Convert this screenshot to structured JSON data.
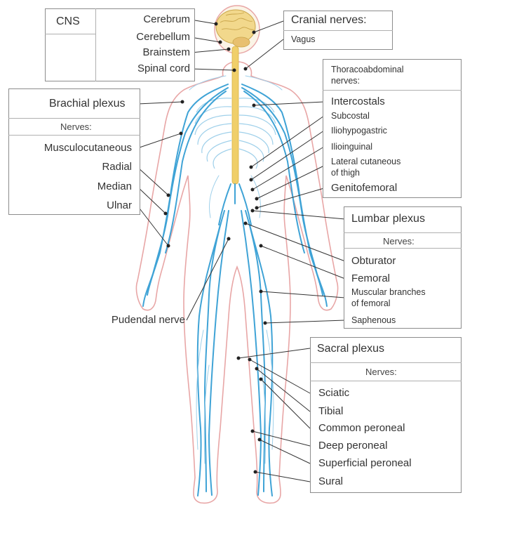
{
  "boxes": {
    "cns": {
      "title": "CNS",
      "items": [
        "Cerebrum",
        "Cerebellum",
        "Brainstem",
        "Spinal cord"
      ]
    },
    "cranial": {
      "title": "Cranial nerves:",
      "items": [
        "Vagus"
      ]
    },
    "brachial": {
      "title": "Brachial plexus",
      "subtitle": "Nerves:",
      "items": [
        "Musculocutaneous",
        "Radial",
        "Median",
        "Ulnar"
      ]
    },
    "thoraco": {
      "title_line1": "Thoracoabdominal",
      "title_line2": "nerves:",
      "items": [
        "Intercostals",
        "Subcostal",
        "Iliohypogastric",
        "Ilioinguinal"
      ],
      "lateral_line1": "Lateral cutaneous",
      "lateral_line2": "of thigh",
      "last": "Genitofemoral"
    },
    "lumbar": {
      "title": "Lumbar plexus",
      "subtitle": "Nerves:",
      "items": [
        "Obturator",
        "Femoral"
      ],
      "muscular_line1": "Muscular branches",
      "muscular_line2": "of femoral",
      "last": "Saphenous"
    },
    "sacral": {
      "title": "Sacral plexus",
      "subtitle": "Nerves:",
      "items": [
        "Sciatic",
        "Tibial",
        "Common peroneal",
        "Deep peroneal",
        "Superficial peroneal",
        "Sural"
      ]
    }
  },
  "pudendal": "Pudendal nerve",
  "colors": {
    "nerve": "#3fa3d6",
    "skin": "#e8a6a6",
    "brain": "#f2d88c",
    "cord": "#f0cf6a",
    "leader": "#333333",
    "border": "#8c8c8c"
  }
}
